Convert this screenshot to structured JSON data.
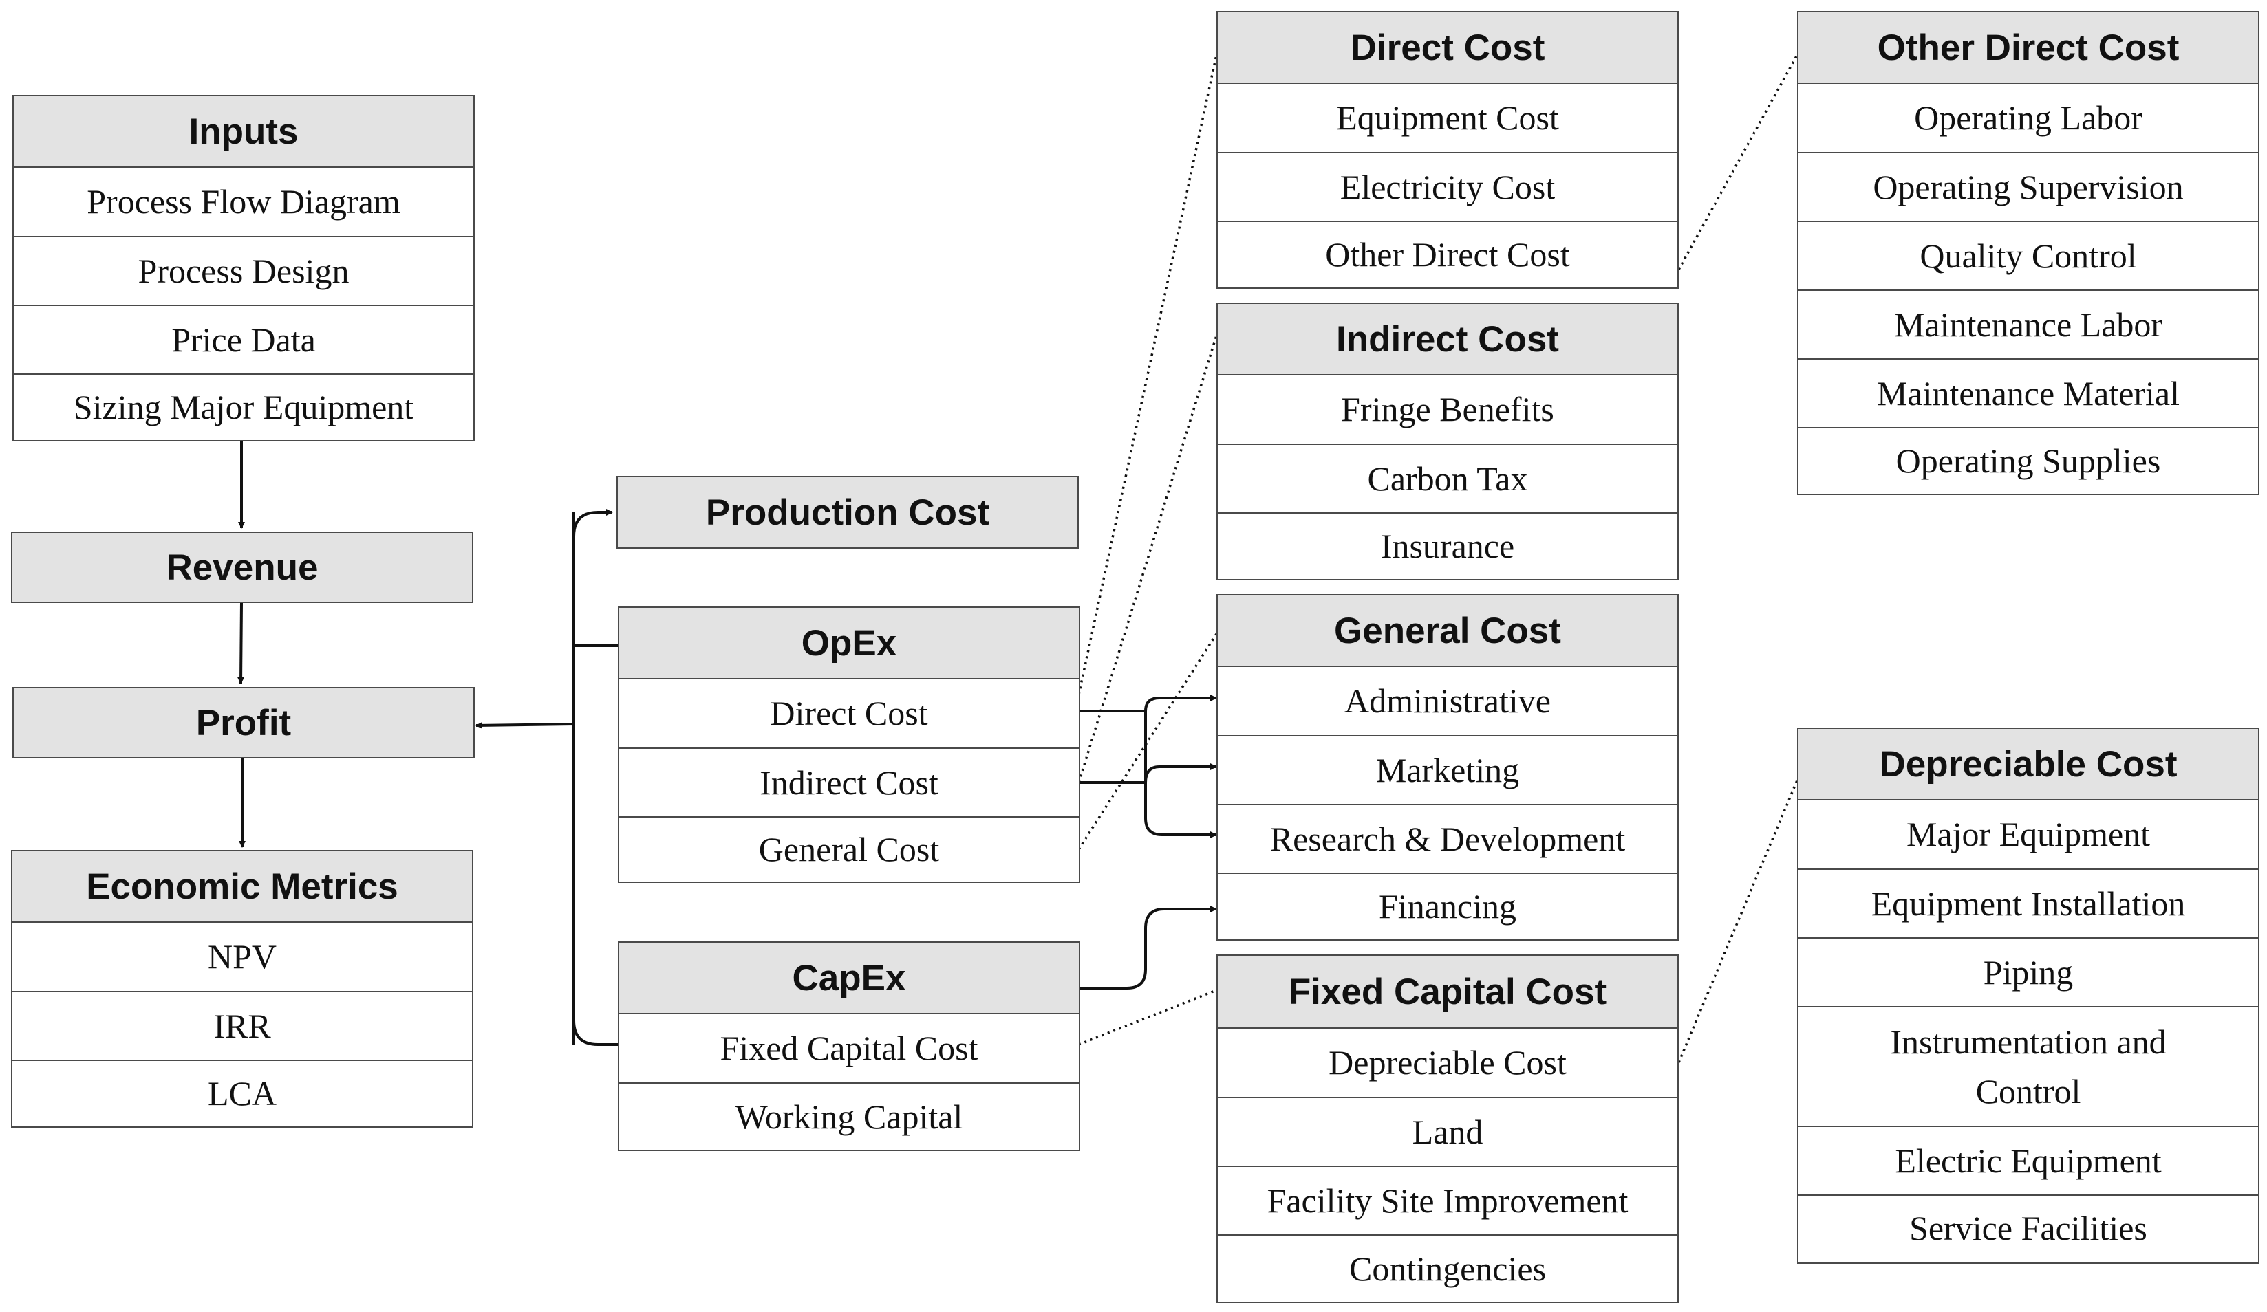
{
  "inputs": {
    "title": "Inputs",
    "items": [
      "Process Flow Diagram",
      "Process Design",
      "Price Data",
      "Sizing Major Equipment"
    ]
  },
  "revenue": {
    "title": "Revenue"
  },
  "profit": {
    "title": "Profit"
  },
  "economic_metrics": {
    "title": "Economic Metrics",
    "items": [
      "NPV",
      "IRR",
      "LCA"
    ]
  },
  "production_cost": {
    "title": "Production Cost"
  },
  "opex": {
    "title": "OpEx",
    "items": [
      "Direct Cost",
      "Indirect Cost",
      "General Cost"
    ]
  },
  "capex": {
    "title": "CapEx",
    "items": [
      "Fixed Capital Cost",
      "Working Capital"
    ]
  },
  "direct_cost": {
    "title": "Direct Cost",
    "items": [
      "Equipment Cost",
      "Electricity Cost",
      "Other Direct Cost"
    ]
  },
  "indirect_cost": {
    "title": "Indirect Cost",
    "items": [
      "Fringe Benefits",
      "Carbon Tax",
      "Insurance"
    ]
  },
  "general_cost": {
    "title": "General Cost",
    "items": [
      "Administrative",
      "Marketing",
      "Research & Development",
      "Financing"
    ]
  },
  "fixed_capital_cost": {
    "title": "Fixed Capital Cost",
    "items": [
      "Depreciable Cost",
      "Land",
      "Facility Site Improvement",
      "Contingencies"
    ]
  },
  "other_direct_cost": {
    "title": "Other Direct Cost",
    "items": [
      "Operating Labor",
      "Operating Supervision",
      "Quality Control",
      "Maintenance Labor",
      "Maintenance Material",
      "Operating Supplies"
    ]
  },
  "depreciable_cost": {
    "title": "Depreciable Cost",
    "items": [
      "Major Equipment",
      "Equipment Installation",
      "Piping",
      "Instrumentation and Control",
      "Electric Equipment",
      "Service Facilities"
    ]
  }
}
